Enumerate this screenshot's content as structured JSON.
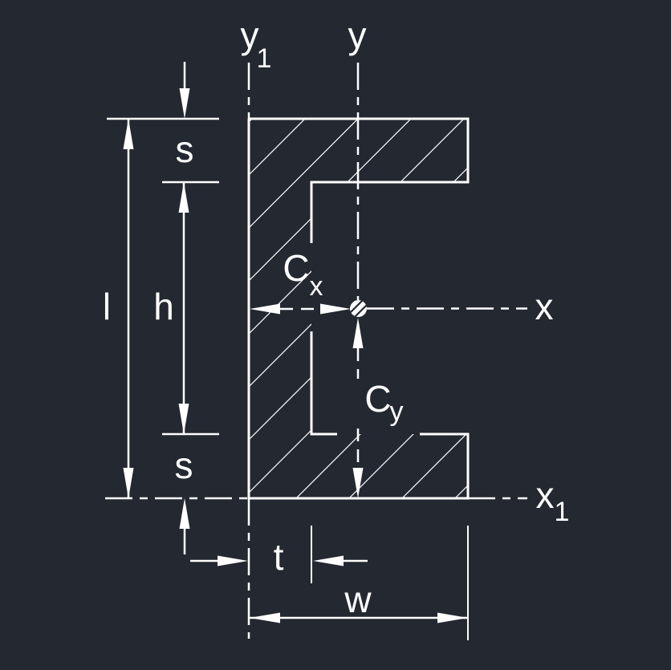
{
  "figure": {
    "description": "channel-cross-section-dimension-diagram",
    "colors": {
      "background": "#232831",
      "line": "#ffffff"
    },
    "labels": {
      "axis_y1": {
        "base": "y",
        "sub": "1"
      },
      "axis_y": "y",
      "axis_x": "x",
      "axis_x1": {
        "base": "x",
        "sub": "1"
      },
      "overall_height": "l",
      "inner_height": "h",
      "flange_thickness_top": "s",
      "flange_thickness_bottom": "s",
      "centroid_x": {
        "base": "C",
        "sub": "x"
      },
      "centroid_y": {
        "base": "C",
        "sub": "y"
      },
      "web_thickness": "t",
      "width": "w"
    }
  }
}
